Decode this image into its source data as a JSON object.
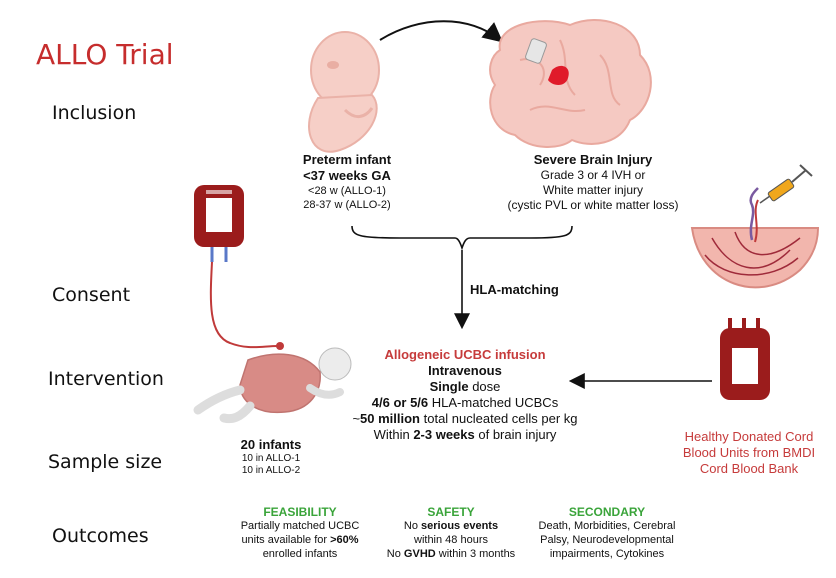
{
  "title": "ALLO Trial",
  "rows": {
    "inclusion": "Inclusion",
    "consent": "Consent",
    "intervention": "Intervention",
    "sample_size": "Sample size",
    "outcomes": "Outcomes"
  },
  "inclusion": {
    "preterm": {
      "heading": "Preterm infant",
      "subheading": "<37 weeks GA",
      "line1": "<28 w (ALLO-1)",
      "line2": "28-37 w (ALLO-2)"
    },
    "brain": {
      "heading": "Severe Brain Injury",
      "line1": "Grade 3 or 4 IVH or",
      "line2": "White matter injury",
      "line3": "(cystic PVL or white matter loss)"
    }
  },
  "consent": {
    "matching": "HLA-matching"
  },
  "intervention": {
    "title": "Allogeneic UCBC infusion",
    "route": "Intravenous",
    "dose_bold": "Single",
    "dose_rest": " dose",
    "match_bold": "4/6 or 5/6",
    "match_rest": " HLA-matched UCBCs",
    "cells_pre": "~",
    "cells_bold": "50 million",
    "cells_rest": " total nucleated cells per kg",
    "timing_pre": "Within ",
    "timing_bold": "2-3 weeks",
    "timing_rest": " of brain injury"
  },
  "source": {
    "line1": "Healthy Donated Cord",
    "line2": "Blood Units from BMDI",
    "line3": "Cord Blood Bank"
  },
  "sample": {
    "total": "20 infants",
    "allo1": "10 in ALLO-1",
    "allo2": "10 in ALLO-2"
  },
  "outcomes": {
    "feasibility": {
      "heading": "FEASIBILITY",
      "line1": "Partially matched UCBC",
      "line2_pre": "units available for ",
      "line2_bold": ">60%",
      "line3": "enrolled infants"
    },
    "safety": {
      "heading": "SAFETY",
      "line1_pre": "No ",
      "line1_bold": "serious events",
      "line2": "within 48 hours",
      "line3_pre": "No ",
      "line3_bold": "GVHD",
      "line3_rest": " within 3 months"
    },
    "secondary": {
      "heading": "SECONDARY",
      "line1": "Death, Morbidities, Cerebral",
      "line2": "Palsy, Neurodevelopmental",
      "line3": "impairments, Cytokines"
    }
  },
  "colors": {
    "accent_red": "#c62d2d",
    "outcome_green": "#3aa43a",
    "blood": "#9b1c1c",
    "pink": "#f2b6ad"
  }
}
